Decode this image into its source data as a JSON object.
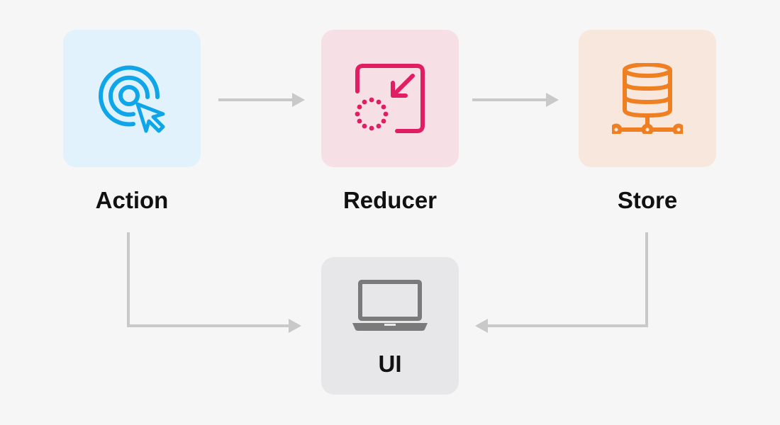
{
  "nodes": {
    "action": {
      "label": "Action"
    },
    "reducer": {
      "label": "Reducer"
    },
    "store": {
      "label": "Store"
    },
    "ui": {
      "label": "UI"
    }
  },
  "colors": {
    "background": "#f6f6f6",
    "action_tile": "#e1f2fd",
    "action_icon": "#0ea5e9",
    "reducer_tile": "#f7dfe6",
    "reducer_icon": "#e11d63",
    "store_tile": "#f7e7dd",
    "store_icon": "#f07f22",
    "ui_tile": "#e7e7e9",
    "ui_icon": "#7a7a7a",
    "arrow": "#c9c9c9"
  },
  "icons": {
    "action": "target-cursor-icon",
    "reducer": "resize-shrink-icon",
    "store": "database-network-icon",
    "ui": "laptop-icon"
  }
}
